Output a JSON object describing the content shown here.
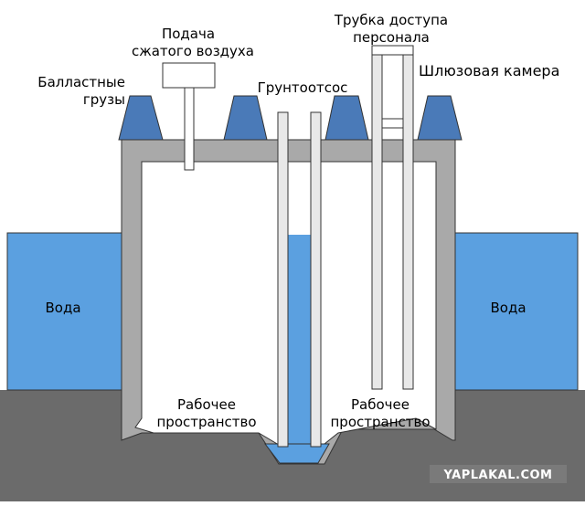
{
  "labels": {
    "compressed_air_line1": "Подача",
    "compressed_air_line2": "сжатого воздуха",
    "access_tube_line1": "Трубка доступа",
    "access_tube_line2": "персонала",
    "airlock": "Шлюзовая камера",
    "ballast_line1": "Балластные",
    "ballast_line2": "грузы",
    "pump": "Грунтоотсос",
    "water_left": "Вода",
    "water_right": "Вода",
    "workspace_left_line1": "Рабочее",
    "workspace_left_line2": "пространство",
    "workspace_right_line1": "Рабочее",
    "workspace_right_line2": "пространство"
  },
  "watermark": "YAPLAKAL.COM",
  "colors": {
    "water": "#5ba0e0",
    "soil": "#6b6b6b",
    "caisson_wall": "#a9a9a9",
    "weights": "#4a7ab8",
    "pipe": "#e8e8e8",
    "outline": "#333333",
    "watermark_bg": "#7a7a7a"
  }
}
